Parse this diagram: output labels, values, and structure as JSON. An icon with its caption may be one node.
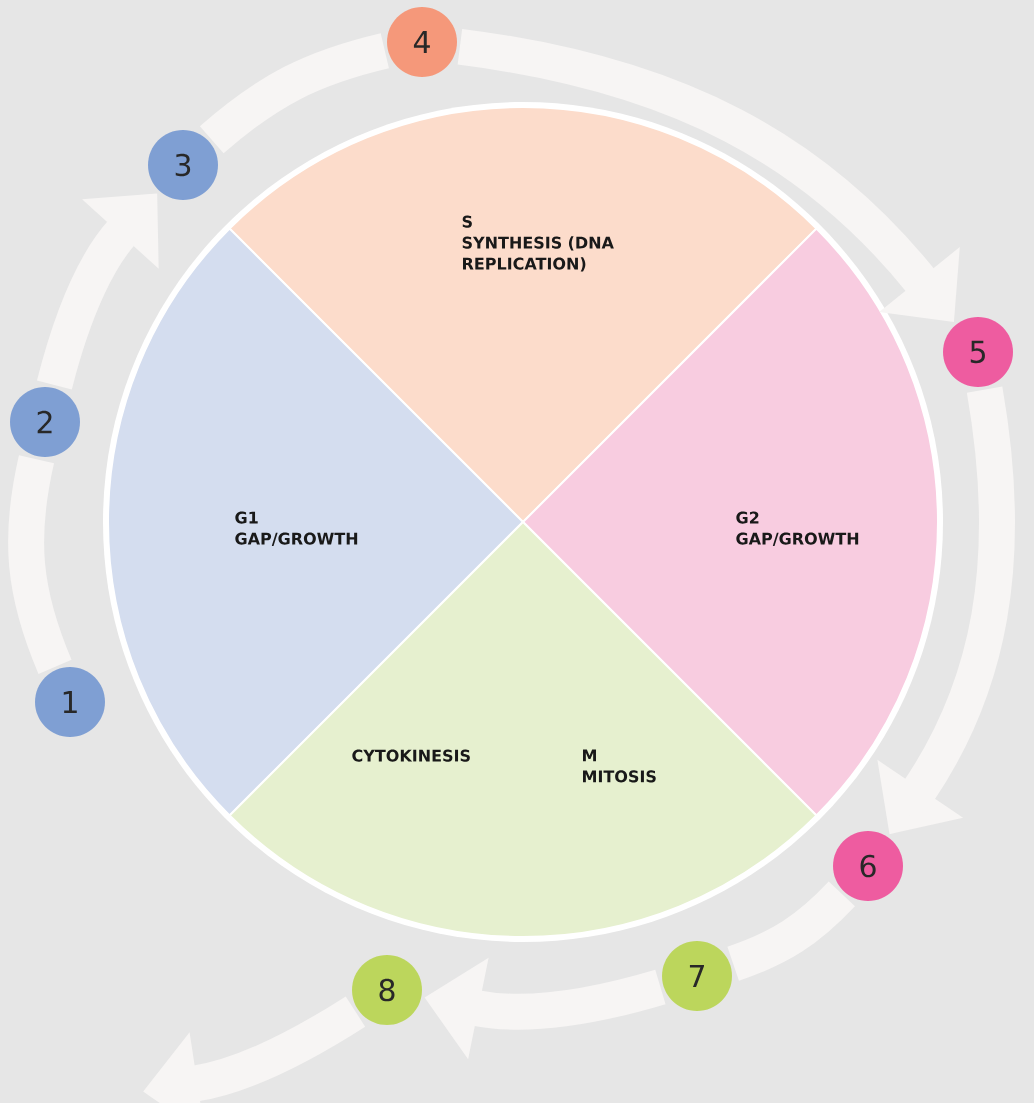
{
  "diagram": {
    "nodes": [
      {
        "text": [
          "S",
          "SYNTHESIS (DNA REPLICATION)"
        ]
      },
      {
        "text": [
          "G1",
          "GAP/GROWTH"
        ]
      },
      {
        "text": [
          "G2",
          "GAP/GROWTH"
        ]
      },
      {
        "text": [
          "CYTOKINESIS",
          "M",
          "MITOSIS"
        ]
      },
      {
        "text": [
          "1"
        ]
      },
      {
        "text": [
          "2"
        ]
      },
      {
        "text": [
          "3"
        ]
      },
      {
        "text": [
          "4"
        ]
      },
      {
        "text": [
          "5"
        ]
      },
      {
        "text": [
          "6"
        ]
      },
      {
        "text": [
          "7"
        ]
      },
      {
        "text": [
          "8"
        ]
      }
    ],
    "edges": [
      {
        "from": 4,
        "to": 5,
        "arrow": "none"
      },
      {
        "from": 5,
        "to": 6,
        "arrow": "to"
      },
      {
        "from": 6,
        "to": 7,
        "arrow": "none"
      },
      {
        "from": 7,
        "to": 8,
        "arrow": "to"
      },
      {
        "from": 8,
        "to": 9,
        "arrow": "to"
      },
      {
        "from": 9,
        "to": 10,
        "arrow": "none"
      },
      {
        "from": 10,
        "to": 11,
        "arrow": "to"
      },
      {
        "from": 11,
        "to": null,
        "arrow": "to"
      }
    ]
  }
}
